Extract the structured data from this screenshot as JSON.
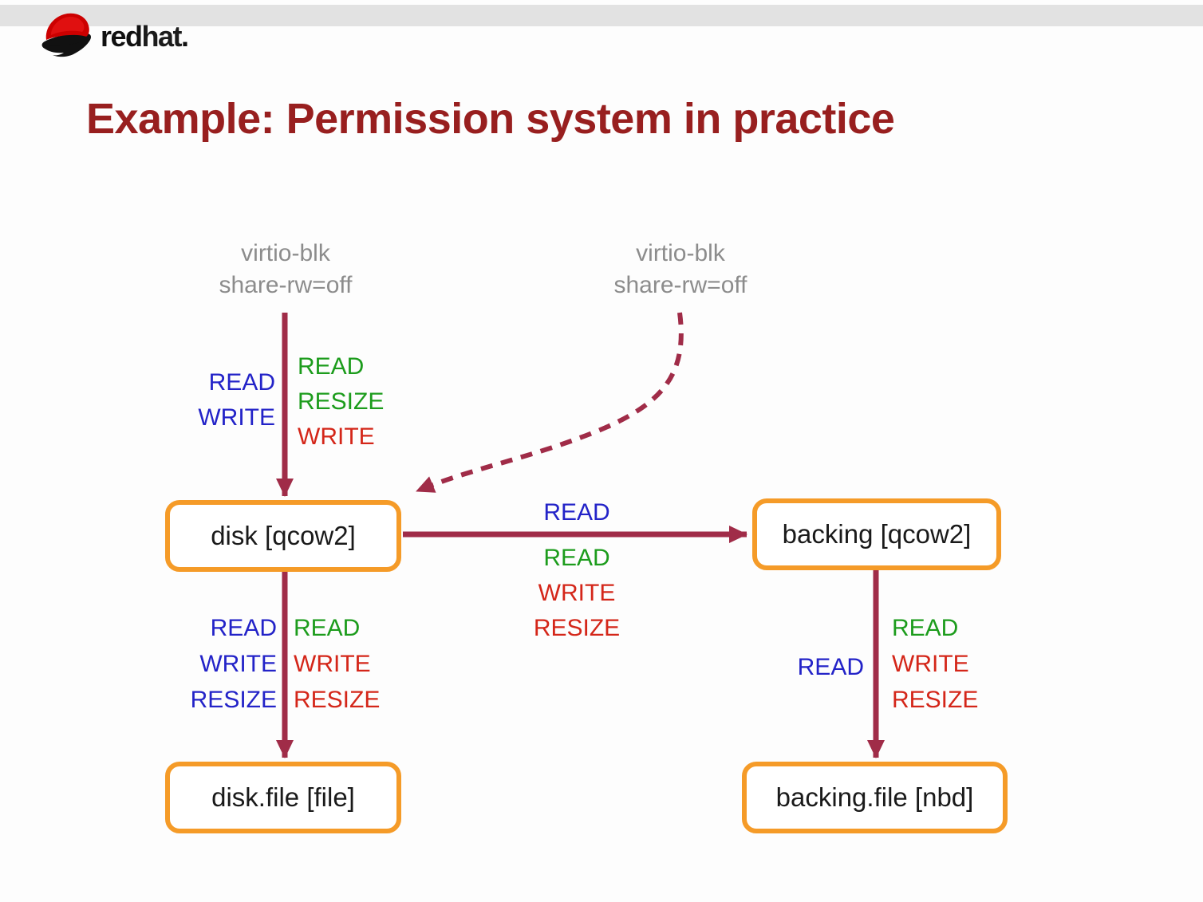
{
  "header": {
    "brand": "red",
    "brand2": "hat",
    "brand_dot": "."
  },
  "title": "Example: Permission system in practice",
  "palette": {
    "title_color": "#981f1f",
    "arrow_color": "#a02c48",
    "node_border_color": "#f59b28",
    "perm_blue": "#2323c8",
    "perm_green": "#1c9c1c",
    "perm_red": "#d42619",
    "source_gray": "#8c8c8c",
    "header_band": "#e2e2e2"
  },
  "diagram": {
    "sources": {
      "left": {
        "line1": "virtio-blk",
        "line2": "share-rw=off"
      },
      "right": {
        "line1": "virtio-blk",
        "line2": "share-rw=off"
      }
    },
    "nodes": {
      "disk": {
        "label": "disk [qcow2]"
      },
      "backing": {
        "label": "backing [qcow2]"
      },
      "disk_file": {
        "label": "disk.file [file]"
      },
      "backing_file": {
        "label": "backing.file [nbd]"
      }
    },
    "edges": {
      "virtio_to_disk": {
        "taken": [
          "READ",
          "WRITE"
        ],
        "shared": [
          {
            "t": "READ",
            "c": "green"
          },
          {
            "t": "RESIZE",
            "c": "green"
          },
          {
            "t": "WRITE",
            "c": "red"
          }
        ]
      },
      "disk_to_backing": {
        "taken": [
          "READ"
        ],
        "shared": [
          {
            "t": "READ",
            "c": "green"
          },
          {
            "t": "WRITE",
            "c": "red"
          },
          {
            "t": "RESIZE",
            "c": "red"
          }
        ]
      },
      "disk_to_disk_file": {
        "taken": [
          "READ",
          "WRITE",
          "RESIZE"
        ],
        "shared": [
          {
            "t": "READ",
            "c": "green"
          },
          {
            "t": "WRITE",
            "c": "red"
          },
          {
            "t": "RESIZE",
            "c": "red"
          }
        ]
      },
      "backing_to_backing_file": {
        "taken": [
          "READ"
        ],
        "shared": [
          {
            "t": "READ",
            "c": "green"
          },
          {
            "t": "WRITE",
            "c": "red"
          },
          {
            "t": "RESIZE",
            "c": "red"
          }
        ]
      }
    }
  }
}
